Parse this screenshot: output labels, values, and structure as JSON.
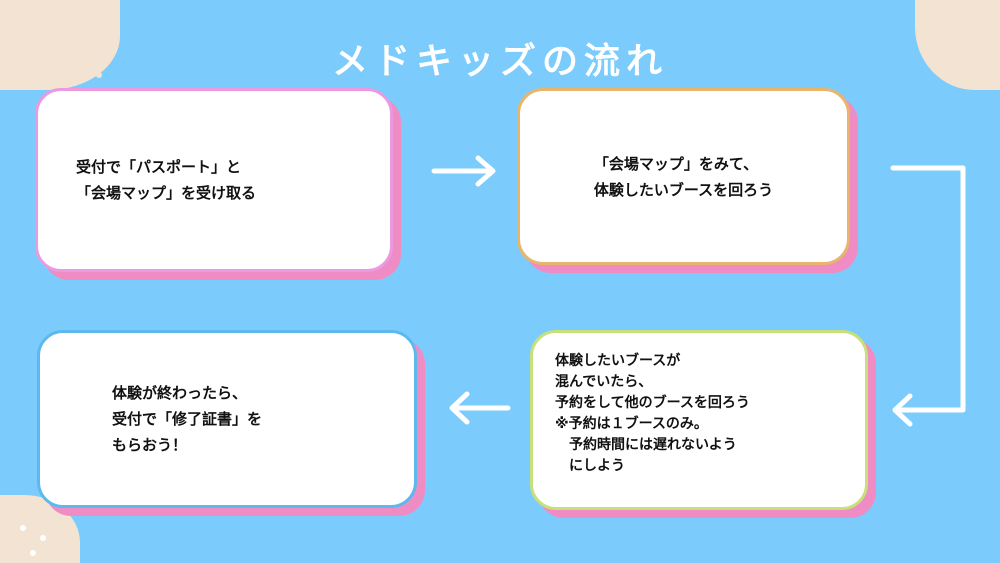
{
  "title": "メドキッズの流れ",
  "steps": [
    {
      "text": "受付で「パスポート」と\n「会場マップ」を受け取る",
      "border": "#e99ae0"
    },
    {
      "text": "「会場マップ」をみて、\n体験したいブースを回ろう",
      "border": "#e8b56b"
    },
    {
      "text": "体験したいブースが\n混んでいたら、\n予約をして他のブースを回ろう\n※予約は１ブースのみ。\n　予約時間には遅れないよう\n　にしよう",
      "border": "#c8e07a"
    },
    {
      "text": "体験が終わったら、\n受付で「修了証書」を\nもらおう！",
      "border": "#5bb9ee"
    }
  ],
  "colors": {
    "background": "#7bcbfc",
    "blob": "#f3e3d3",
    "shadow": "#f08cc4"
  }
}
